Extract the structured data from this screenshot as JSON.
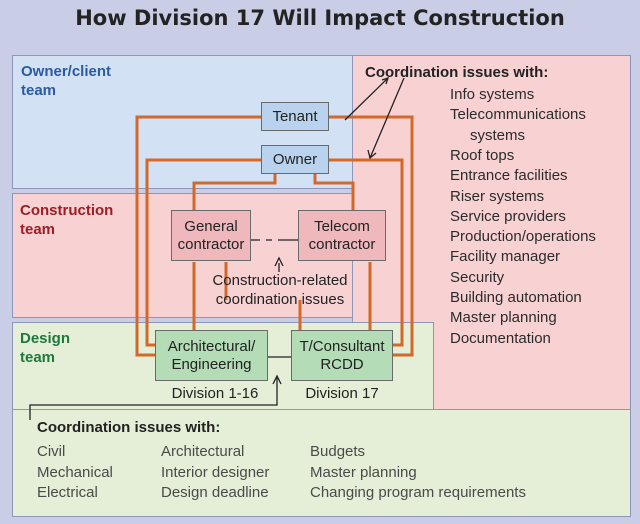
{
  "title": "How Division 17 Will Impact Construction",
  "regions": {
    "owner": "Owner/client\nteam",
    "construction": "Construction\nteam",
    "design": "Design\nteam"
  },
  "boxes": {
    "tenant": "Tenant",
    "owner": "Owner",
    "general": "General\ncontractor",
    "telecom": "Telecom\ncontractor",
    "architectural": "Architectural/\nEngineering",
    "consultant": "T/Consultant\nRCDD"
  },
  "annotations": {
    "construction_related": "Construction-related\ncoordination issues",
    "division_1_16": "Division 1-16",
    "division_17": "Division 17"
  },
  "coordination_right": {
    "heading": "Coordination issues with:",
    "items": [
      "Info systems",
      "Telecommunications",
      "systems",
      "Roof tops",
      "Entrance facilities",
      "Riser systems",
      "Service providers",
      "Production/operations",
      "Facility manager",
      "Security",
      "Building automation",
      "Master planning",
      "Documentation"
    ]
  },
  "coordination_bottom": {
    "heading": "Coordination issues with:",
    "col1": [
      "Civil",
      "Mechanical",
      "Electrical"
    ],
    "col2": [
      "Architectural",
      "Interior designer",
      "Design deadline"
    ],
    "col3": [
      "Budgets",
      "Master planning",
      "Changing program requirements"
    ]
  },
  "colors": {
    "connector": "#d2692a",
    "owner_region": "#d3e1f5",
    "construction_region": "#f8d2d3",
    "design_region": "#e5efd8"
  }
}
